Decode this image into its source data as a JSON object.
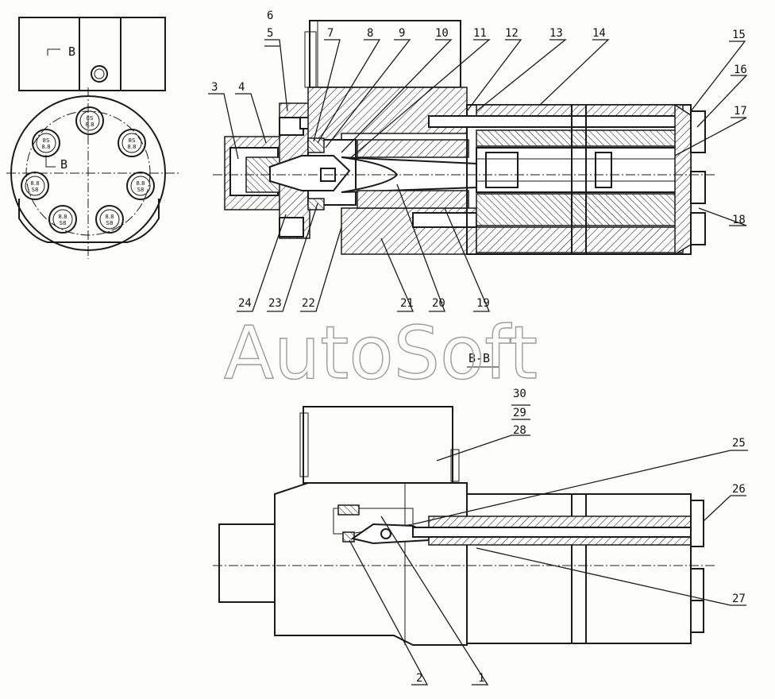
{
  "section_labels": {
    "top_mark": "B",
    "side_mark": "B",
    "section_title": "B-B"
  },
  "watermark": "AutoSoft",
  "bolt_stamps": [
    "8S 8.8",
    "8S 8.8",
    "8S 8.8",
    "8.8 S8",
    "8.8 S8",
    "8.8 S8",
    "8.8 S8"
  ],
  "callouts": {
    "c1": "1",
    "c2": "2",
    "c3": "3",
    "c4": "4",
    "c5": "5",
    "c6": "6",
    "c7": "7",
    "c8": "8",
    "c9": "9",
    "c10": "10",
    "c11": "11",
    "c12": "12",
    "c13": "13",
    "c14": "14",
    "c15": "15",
    "c16": "16",
    "c17": "17",
    "c18": "18",
    "c19": "19",
    "c20": "20",
    "c21": "21",
    "c22": "22",
    "c23": "23",
    "c24": "24",
    "c25": "25",
    "c26": "26",
    "c27": "27",
    "c28": "28",
    "c29": "29",
    "c30": "30"
  },
  "colors": {
    "ink": "#1a1a1a",
    "paper": "#fdfdfb",
    "watermark": "#9c9c9c"
  }
}
